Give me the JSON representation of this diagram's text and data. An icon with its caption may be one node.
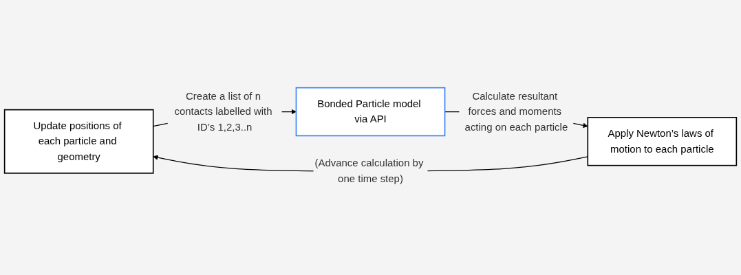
{
  "diagram": {
    "nodes": [
      {
        "text": [
          "Update positions of each particle and geometry"
        ]
      },
      {
        "text": [
          "Bonded Particle model via API"
        ]
      },
      {
        "text": [
          "Apply Newton’s laws of motion to each particle"
        ]
      }
    ],
    "edges": [
      {
        "from": 0,
        "to": 1,
        "arrow": "to",
        "label": "Create a list of n contacts labelled with ID’s 1,2,3..n"
      },
      {
        "from": 1,
        "to": 2,
        "arrow": "to",
        "label": "Calculate resultant forces and moments acting on each particle"
      },
      {
        "from": 2,
        "to": 0,
        "arrow": "to",
        "label": "(Advance calculation by one time step)"
      }
    ]
  }
}
